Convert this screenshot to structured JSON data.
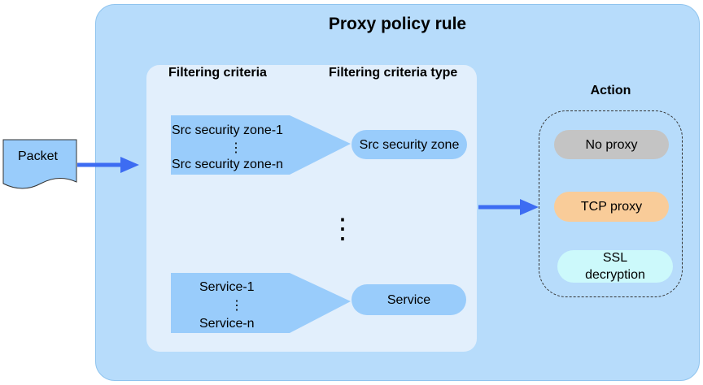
{
  "title": "Proxy policy rule",
  "packet_label": "Packet",
  "headers": {
    "filtering_criteria": "Filtering criteria",
    "filtering_criteria_type": "Filtering criteria type",
    "action": "Action"
  },
  "criteria_groups": [
    {
      "items_first": "Src security zone-1",
      "ellipsis": "⋮",
      "items_last": "Src security zone-n",
      "type": "Src security zone"
    },
    {
      "items_first": "Service-1",
      "ellipsis": "⋮",
      "items_last": "Service-n",
      "type": "Service"
    }
  ],
  "middle_ellipsis": "⋮",
  "actions": [
    {
      "label": "No proxy",
      "color": "#c4c4c4"
    },
    {
      "label": "TCP proxy",
      "color": "#f9cc99"
    },
    {
      "label": "SSL decryption",
      "color": "#ccf9fb"
    }
  ],
  "colors": {
    "outer_fill": "#b7dcfb",
    "inner_fill": "#e2effc",
    "shape_fill": "#99ccfb",
    "arrow": "#3d6cf2"
  }
}
